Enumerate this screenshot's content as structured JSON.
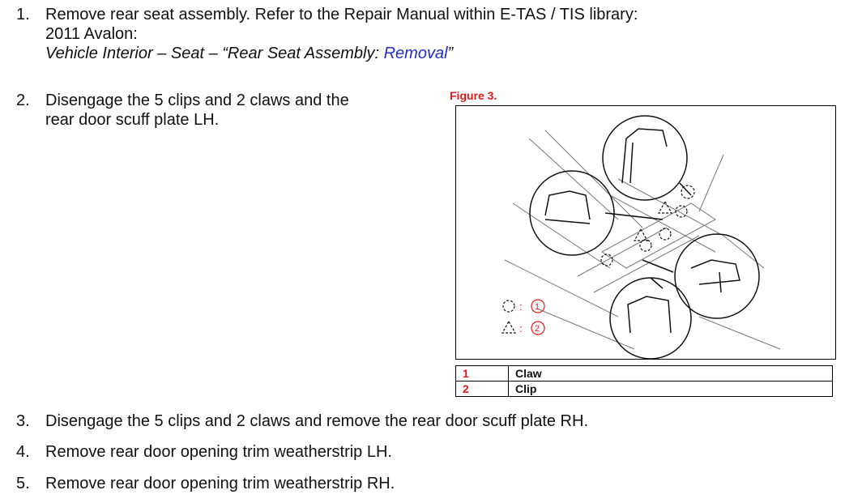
{
  "steps": [
    {
      "num": "1.",
      "lines": [
        "Remove rear seat assembly. Refer to the Repair Manual within E-TAS / TIS library:",
        "2011 Avalon:"
      ],
      "ref_prefix": "Vehicle Interior – Seat – “Rear Seat Assembly: ",
      "ref_link": "Removal",
      "ref_suffix": "”"
    },
    {
      "num": "2.",
      "lines": [
        "Disengage the 5 clips and 2 claws and the",
        "rear door scuff plate LH."
      ]
    },
    {
      "num": "3.",
      "lines": [
        "Disengage the 5 clips and 2 claws and remove the rear door scuff plate RH."
      ]
    },
    {
      "num": "4.",
      "lines": [
        "Remove rear door opening trim weatherstrip LH."
      ]
    },
    {
      "num": "5.",
      "lines": [
        "Remove rear door opening trim weatherstrip RH."
      ]
    }
  ],
  "figure": {
    "title": "Figure 3.",
    "markers": [
      "1",
      "2"
    ],
    "legend": [
      {
        "key": "1",
        "label": "Claw"
      },
      {
        "key": "2",
        "label": "Clip"
      }
    ]
  },
  "colors": {
    "accent_red": "#e01a1a",
    "link_blue": "#1f2fd0"
  }
}
